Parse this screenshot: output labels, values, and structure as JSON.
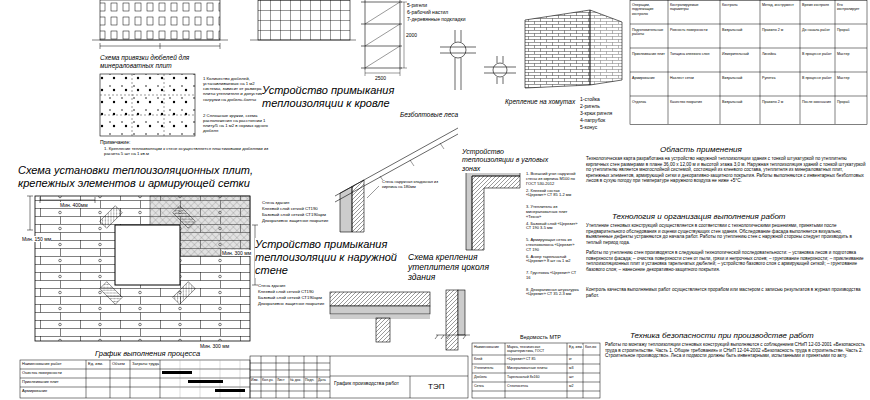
{
  "diagram": {
    "labels": [
      "Схема привязки дюбелей для минераловатных плит",
      "1 Количество дюбелей, устанавливаемых на 1 м2 системы, зависит от размера плиты утеплителя и допустимой нагрузки на дюбель-болты",
      "2 Сплошные кружки, схема расположения на расстоянии 1 плиту/5 на 1 м2 в нормах одного дюбеля",
      "Примечание:",
      "1. Крепление теплоизоляции к стене осуществляется пластиковыми дюбелями из расчета 5 шт на 1 кв.м",
      "Схема установки теплоизоляционных плит, крепежных элементов и армирующей сетки",
      "Мин. 400мм",
      "Мин. 150 мм",
      "Мин. 300 мм",
      "Мин. 300 мм",
      "График выполнения процесса",
      "Наименование работ",
      "Ед. изм.",
      "Объем",
      "Затраты труда",
      "Очистка поверхности",
      "Приклеивание плит",
      "Армирование",
      "5-ригели",
      "6-рабочий настил",
      "7-деревянные подкладки",
      "2000",
      "2500",
      "Безболтовые леса",
      "Крепление на хомутах",
      "1-стойка",
      "2-ригель",
      "3-крюк ригеля",
      "4-патрубок",
      "5-конус",
      "Операции, подлежащие контролю",
      "Контролируемые параметры",
      "Контроль",
      "Метод, инструмент",
      "Время контроля",
      "Кто контролирует",
      "Подготовительные работы",
      "Ровность поверхности",
      "Визуальный",
      "Правило 2 м",
      "До начала работ",
      "Прораб",
      "Приклеивание плит",
      "Толщина клеевого слоя",
      "Измерительный",
      "Линейка",
      "В процессе работ",
      "Мастер",
      "Армирование",
      "Нахлест сетки",
      "Визуальный",
      "Рулетка",
      "В процессе работ",
      "Мастер",
      "Отделка",
      "Качество покрытия",
      "Визуальный",
      "Правило 2 м",
      "После окончания",
      "Прораб",
      "Устройство примыкания теплоизоляции к кровле",
      "Стена наружная кладочная из кирпича на 180мм",
      "Стена здания",
      "Клеевой слой сеткой СТ190",
      "Базовый слой сеткой СТ190арм",
      "Декоративно защитное покрытие",
      "Устройство теплоизоляции в угловых зонах",
      "1. Внешний угол наружной стены из кирпича М100 по ГОСТ 530-2012",
      "2. Клеевой состав «Церезит» СТ 85 1-2 мм",
      "3. Утеплитель из минераловатных плит «Техно»",
      "4. Базовый слой «Церезит» СТ 190 3-5 мм",
      "5. Армирующая сетка из стекловолокна «Церезит» СТ 190",
      "6. Анкер тарельчатый «Церезит» 8 шт на 1 м2",
      "7. Грунтовка «Церезит» СТ 16",
      "8. Декоративная штукатурка «Церезит» СТ 35 2-3 мм",
      "Устройство примыкания теплоизоляции к наружной стене",
      "Стена здания",
      "Клеевой слой сеткой СТ190",
      "Базовый слой сеткой СТ190арм",
      "Декоративно защитное покрытие",
      "Схема крепления утеплителя цоколя здания",
      "Область применения",
      "Технологическая карта разработана на устройство наружной теплоизоляции здания с тонкой штукатуркой по утеплителю кирпичных стен размерами в плане 36,00 х 12,00 м и высотой этажа 3,0 м. Наружная теплоизоляция зданий с тонкой штукатуркой по утеплителю является многослойной системой, состоящей из клеевого состава, утеплителя из минераловатных плит, крепежных элементов, армирующей сетки и декоративно-защитного покрытия. Работы выполняются с инвентарных безболтовых лесов в сухую погоду при температуре наружного воздуха не ниже +5°С.",
      "Технология и организация выполнения работ",
      "Утепление стеновых конструкций осуществляется в соответствии с технологическими решениями, принятыми после предварительного обследования и оценки существующих стен здания. Обследование фасада выполняется визуально, выявленные дефекты устраняются до начала работ. Работы по утеплению стен с наружной стороны следует производить в теплый период года.",
      "Работы по утеплению стен производятся в следующей технологической последовательности: – установка лесов и подготовка поверхности фасада; – очистка поверхности стен от пыли, грязи и непрочных слоев; – грунтование поверхности; – приклеивание теплоизоляционных плит и установка тарельчатых дюбелей; – устройство базового слоя с армирующей сеткой; – грунтование базового слоя; – нанесение декоративно-защитного покрытия.",
      "Контроль качества выполняемых работ осуществляется прорабом или мастером с записью результатов в журнал производства работ.",
      "Техника безопасности при производстве работ",
      "Работы по монтажу теплоизоляции стеновых конструкций выполняются с соблюдением СНиП 12-03-2001 «Безопасность труда в строительстве. Часть 1. Общие требования» и СНиП 12-04-2002 «Безопасность труда в строительстве. Часть 2. Строительное производство». Леса и подмости должны быть инвентарными, испытанными и принятыми по акту.",
      "Ведомость МТР",
      "Наименование",
      "Марка, техническая характеристика, ГОСТ",
      "Ед. изм.",
      "Кол-во",
      "Клей",
      "«Церезит» СТ 85",
      "кг",
      "Утеплитель",
      "Минераловатные плиты",
      "м3",
      "Дюбель",
      "Тарельчатый 8х160",
      "шт",
      "Сетка",
      "Стеклосетка",
      "м2",
      "Изм.",
      "Кол.уч.",
      "Лист",
      "№ док.",
      "Подп.",
      "Дата",
      "График производства работ",
      "ТЭП"
    ]
  }
}
